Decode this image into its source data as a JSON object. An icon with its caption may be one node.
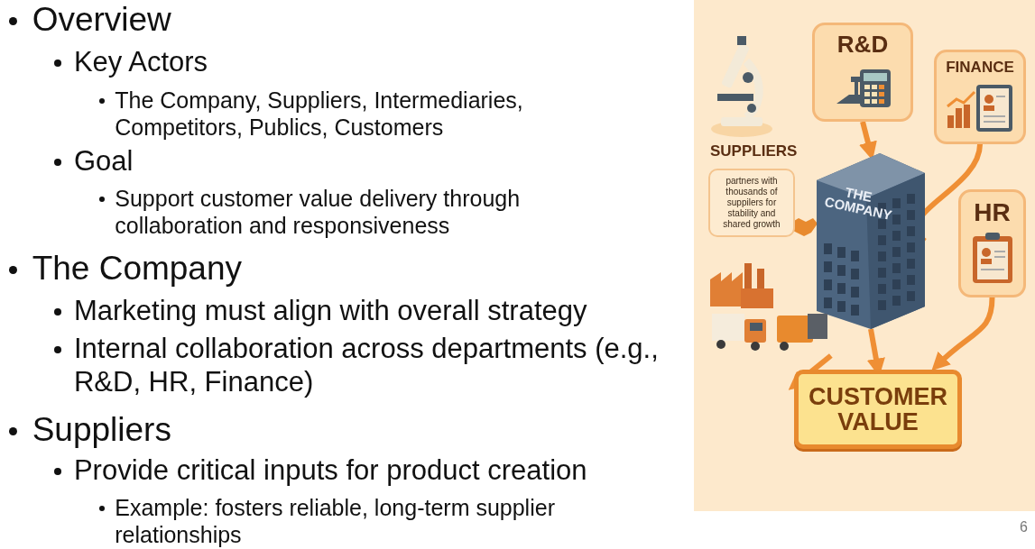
{
  "diagram": {
    "nodes": [
      {
        "text": [
          "R&D"
        ]
      },
      {
        "text": [
          "FINANCE"
        ]
      },
      {
        "text": [
          "partners with thousands of suppilers for stability and shared growth"
        ]
      },
      {
        "text": [
          "THE COMPANY"
        ]
      },
      {
        "text": [
          "HR"
        ]
      },
      {
        "text": [],
        "shape": "picture"
      },
      {
        "text": [
          "CUSTOMER VALUE"
        ]
      }
    ],
    "edges": [
      {
        "from": 0,
        "to": 3,
        "arrow": "to"
      },
      {
        "from": 1,
        "to": 3,
        "arrow": "none"
      },
      {
        "from": 3,
        "to": 6,
        "arrow": "to"
      },
      {
        "from": 4,
        "to": 6,
        "arrow": "to"
      },
      {
        "from": 5,
        "to": 6,
        "arrow": "to"
      }
    ],
    "labels": [
      "Overview",
      "Key Actors",
      "The Company, Suppliers, Intermediaries, Competitors, Publics, Customers",
      "Goal",
      "Support customer value delivery through collaboration and responsiveness",
      "The Company",
      "Marketing must align with overall strategy",
      "Internal collaboration across departments (e.g., R&D, HR, Finance)",
      "Suppliers",
      "Provide critical inputs for product creation",
      "Example: fosters reliable, long-term supplier relationships",
      "SUPPLIERS",
      "6"
    ]
  }
}
